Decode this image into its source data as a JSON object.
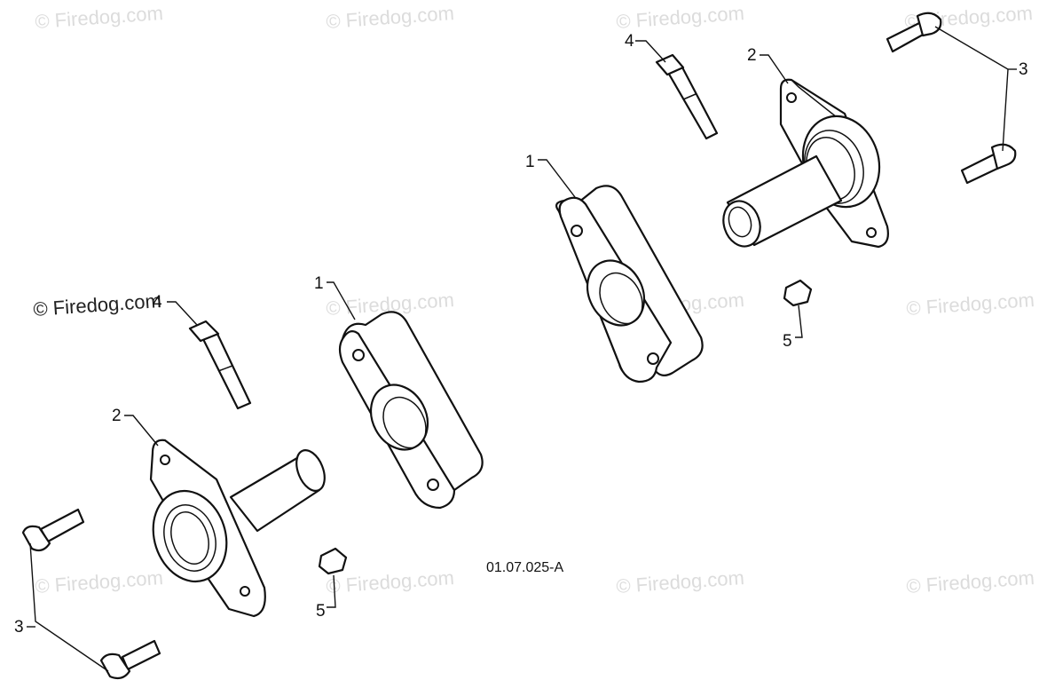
{
  "watermarks": {
    "text": "© Firedog.com"
  },
  "callouts": {
    "spacer_left": "1",
    "spacer_right": "1",
    "flange_left": "2",
    "flange_right": "2",
    "bolts_left": "3",
    "bolts_right": "3",
    "long_bolt_left": "4",
    "long_bolt_right": "4",
    "nut_left": "5",
    "nut_right": "5"
  },
  "diagram_code": "01.07.025-A",
  "colors": {
    "watermark": "#dcdcdc",
    "line": "#111111",
    "background": "#ffffff"
  }
}
